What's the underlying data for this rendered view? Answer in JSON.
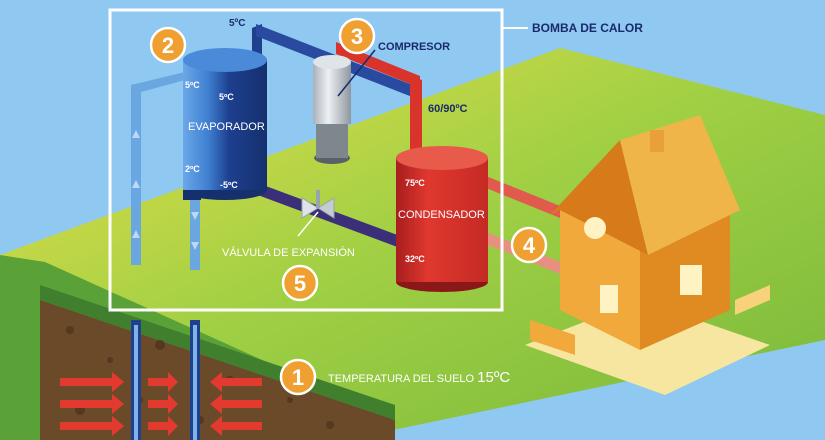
{
  "title": "BOMBA DE CALOR",
  "steps": [
    {
      "number": "1",
      "label": "TEMPERATURA DEL SUELO",
      "value": "15ºC"
    },
    {
      "number": "2",
      "label": ""
    },
    {
      "number": "3",
      "label": "COMPRESOR"
    },
    {
      "number": "4",
      "label": ""
    },
    {
      "number": "5",
      "label": "VÁLVULA DE EXPANSIÓN"
    }
  ],
  "evaporator": {
    "label": "EVAPORADOR",
    "inlet_temp": "5ºC",
    "outlet_temp": "2ºC",
    "top_temp": "5ºC",
    "bottom_temp": "-5ºC"
  },
  "condenser": {
    "label": "CONDENSADOR",
    "top_temp": "75ºC",
    "bottom_temp": "32ºC"
  },
  "pipe_temps": {
    "compressor_in": "5ºC",
    "compressor_out": "60/90ºC"
  },
  "colors": {
    "sky": "#8fc8f0",
    "grass": "#8cc63f",
    "hot": "#d9342b",
    "cold": "#1f3f8f",
    "ground_loop": "#6aa6e0",
    "badge": "#f0a030",
    "house": "#f2a93b",
    "title": "#1a2a6c"
  }
}
